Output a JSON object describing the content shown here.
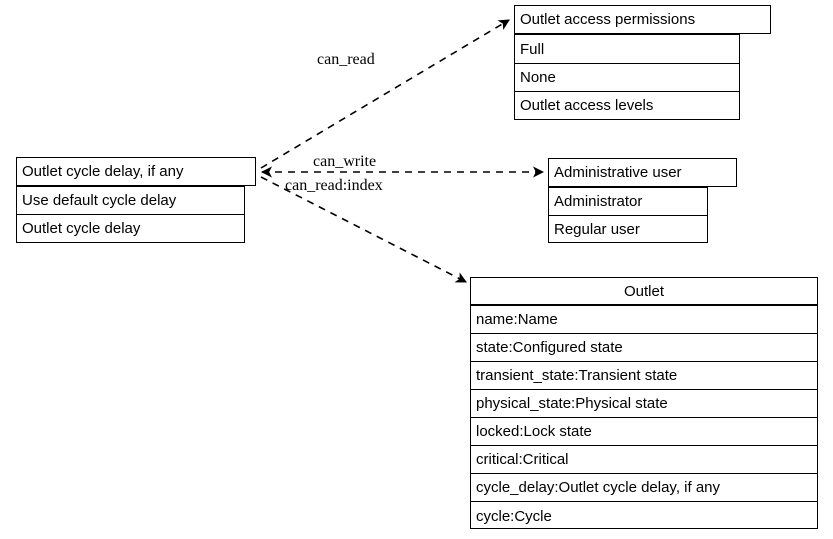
{
  "diagram": {
    "type": "uml-class-relationship-diagram",
    "background": "#ffffff",
    "line_color": "#000000",
    "text_color": "#000000"
  },
  "classes": {
    "outlet_cycle_delay": {
      "title": "Outlet cycle delay, if any",
      "rows": [
        "Use default cycle delay",
        "Outlet cycle delay"
      ]
    },
    "outlet_access_permissions": {
      "title": "Outlet access permissions",
      "rows": [
        "Full",
        "None",
        "Outlet access levels"
      ]
    },
    "administrative_user": {
      "title": "Administrative user",
      "rows": [
        "Administrator",
        "Regular user"
      ]
    },
    "outlet": {
      "title": "Outlet",
      "rows": [
        "name:Name",
        "state:Configured state",
        "transient_state:Transient state",
        "physical_state:Physical state",
        "locked:Lock state",
        "critical:Critical",
        "cycle_delay:Outlet cycle delay, if any",
        "cycle:Cycle"
      ]
    }
  },
  "edges": [
    {
      "name": "can-read-edge",
      "label": "can_read",
      "from": "outlet_cycle_delay",
      "to": "outlet_access_permissions",
      "style": "dashed",
      "arrow_head": "target"
    },
    {
      "name": "can-write-edge",
      "label": "can_write",
      "from": "outlet_cycle_delay",
      "to": "administrative_user",
      "style": "dashed",
      "arrow_head": "both"
    },
    {
      "name": "can-read-index-edge",
      "label": "can_read:index",
      "from": "outlet_cycle_delay",
      "to": "outlet",
      "style": "dashed",
      "arrow_head": "target"
    }
  ]
}
